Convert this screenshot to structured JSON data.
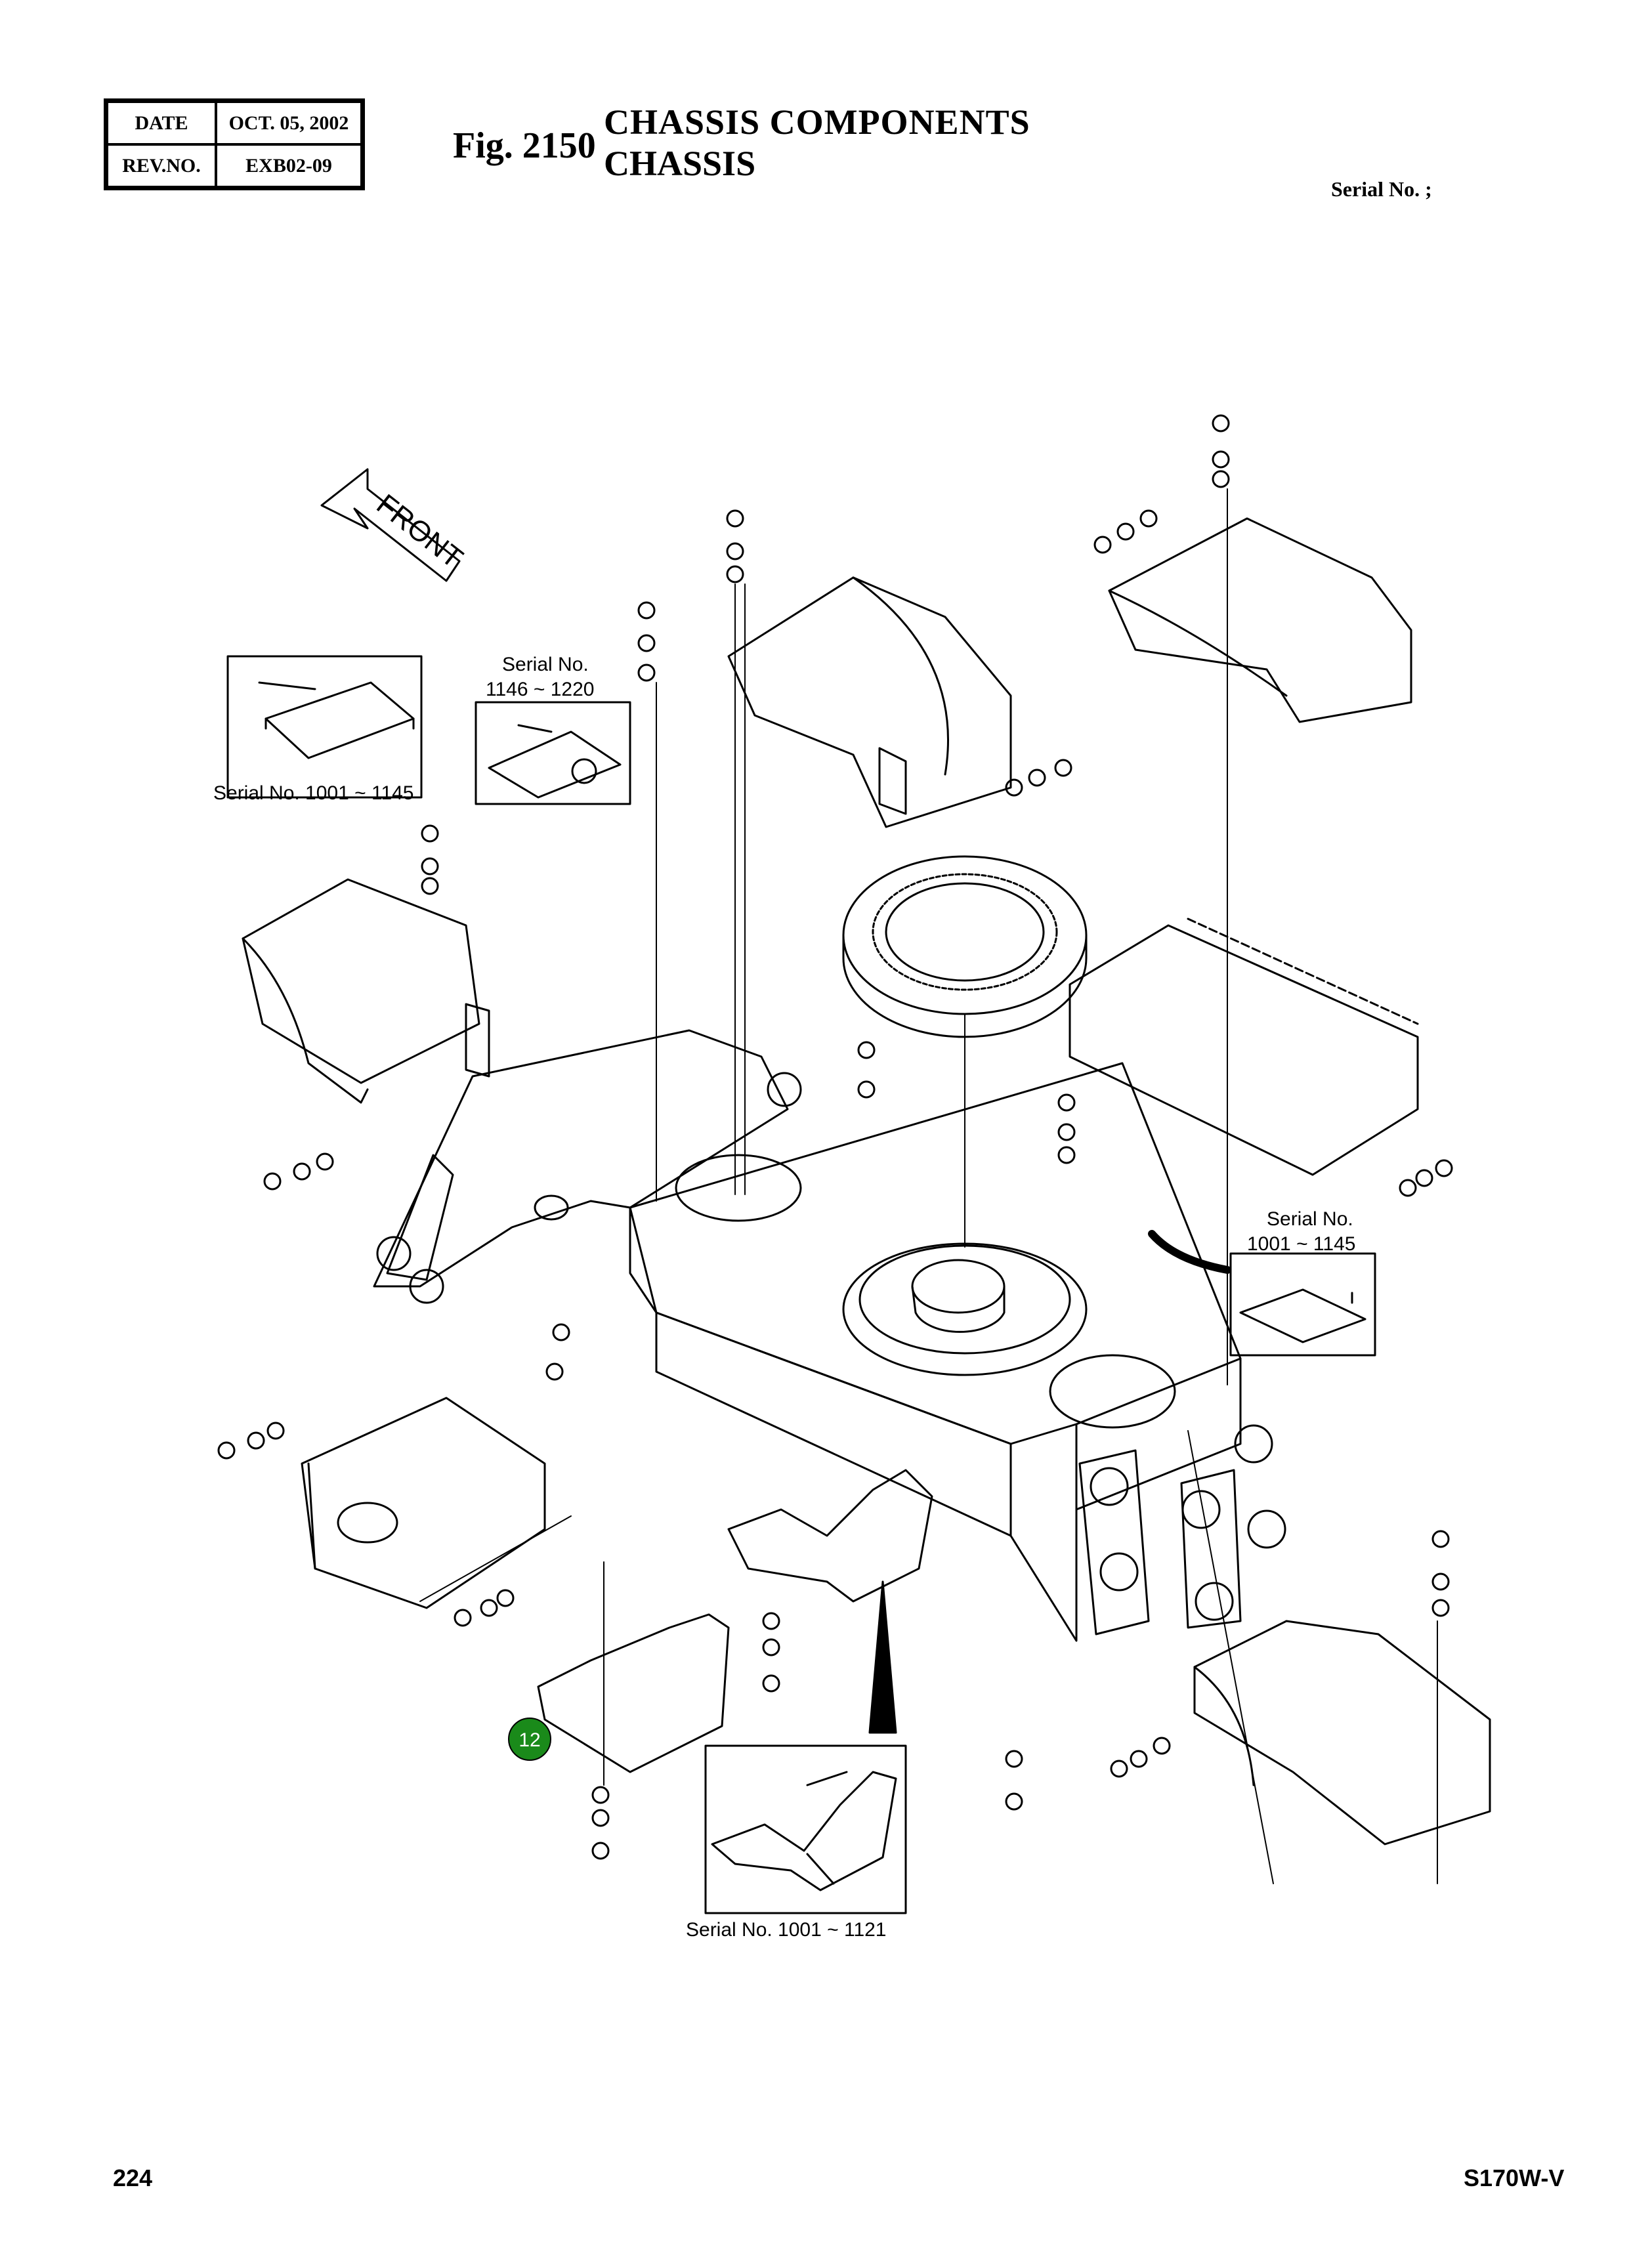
{
  "header": {
    "date_label": "DATE",
    "date_value": "OCT. 05, 2002",
    "rev_label": "REV.NO.",
    "rev_value": "EXB02-09",
    "figure_number": "Fig. 2150",
    "title_line1": "CHASSIS COMPONENTS",
    "title_line2": "CHASSIS",
    "serial": "Serial No. ;"
  },
  "drawing": {
    "front_arrow_label": "FRONT",
    "callout_12": "12",
    "serial_insets": {
      "a_line1": "Serial No.",
      "a_line2": "1146 ~ 1220",
      "b": "Serial No. 1001 ~ 1145",
      "c_line1": "Serial No.",
      "c_line2": "1001 ~ 1145",
      "d": "Serial No. 1001 ~ 1121"
    },
    "colors": {
      "line": "#000000",
      "callout_fill": "#1a8a1a",
      "callout_text": "#ffffff"
    }
  },
  "footer": {
    "page_number": "224",
    "model": "S170W-V"
  }
}
